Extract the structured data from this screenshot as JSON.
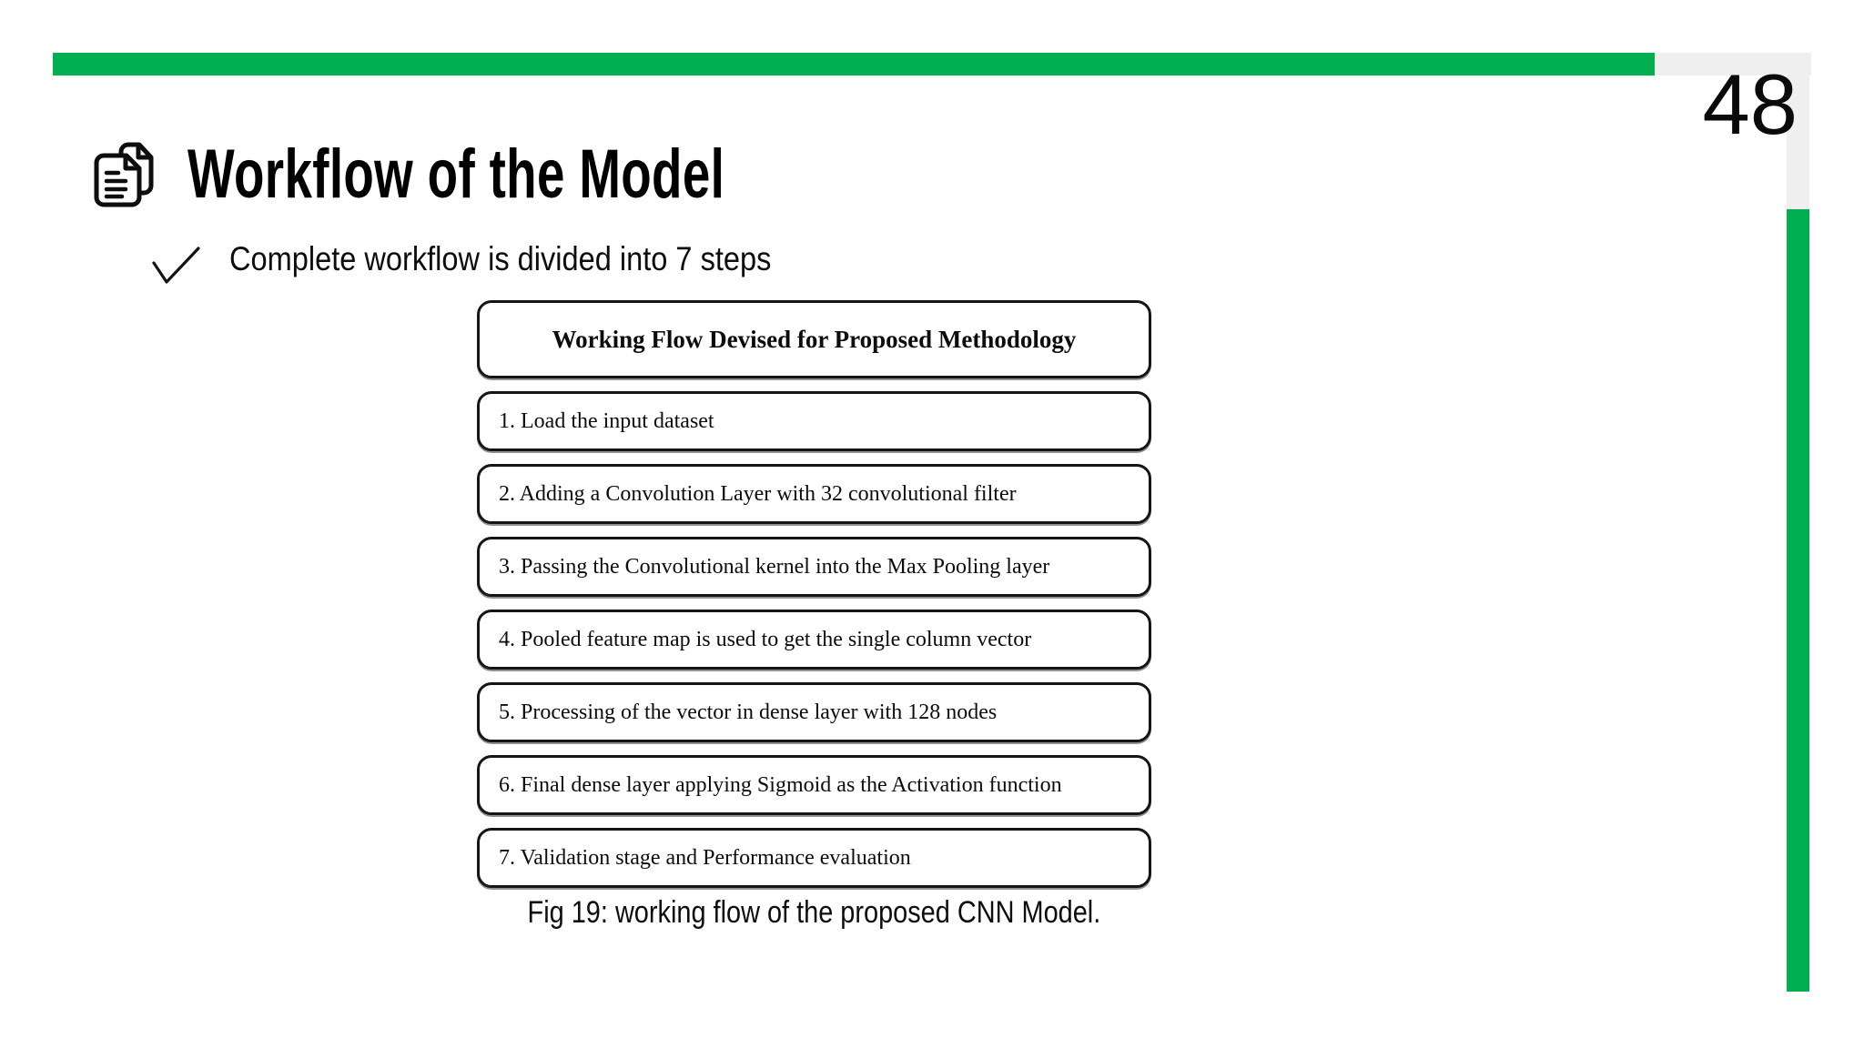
{
  "slide": {
    "page_number": "48"
  },
  "header": {
    "title": "Workflow of the Model",
    "icon": "documents-icon"
  },
  "bullet": {
    "icon": "checkmark-icon",
    "text": "Complete workflow is divided into 7 steps"
  },
  "figure": {
    "header_title": "Working Flow Devised for Proposed Methodology",
    "steps": [
      "1. Load the input dataset",
      "2. Adding a Convolution Layer with 32 convolutional filter",
      "3. Passing the Convolutional kernel into the Max Pooling layer",
      "4. Pooled feature map is used to get the single column vector",
      "5. Processing of the vector in dense layer with 128 nodes",
      "6. Final dense layer applying Sigmoid as the Activation function",
      "7. Validation stage and Performance evaluation"
    ],
    "caption": "Fig 19: working flow of the proposed CNN Model."
  },
  "colors": {
    "accent_green": "#00AF50",
    "corner_gray": "#EFEFEF",
    "text_black": "#111111"
  }
}
